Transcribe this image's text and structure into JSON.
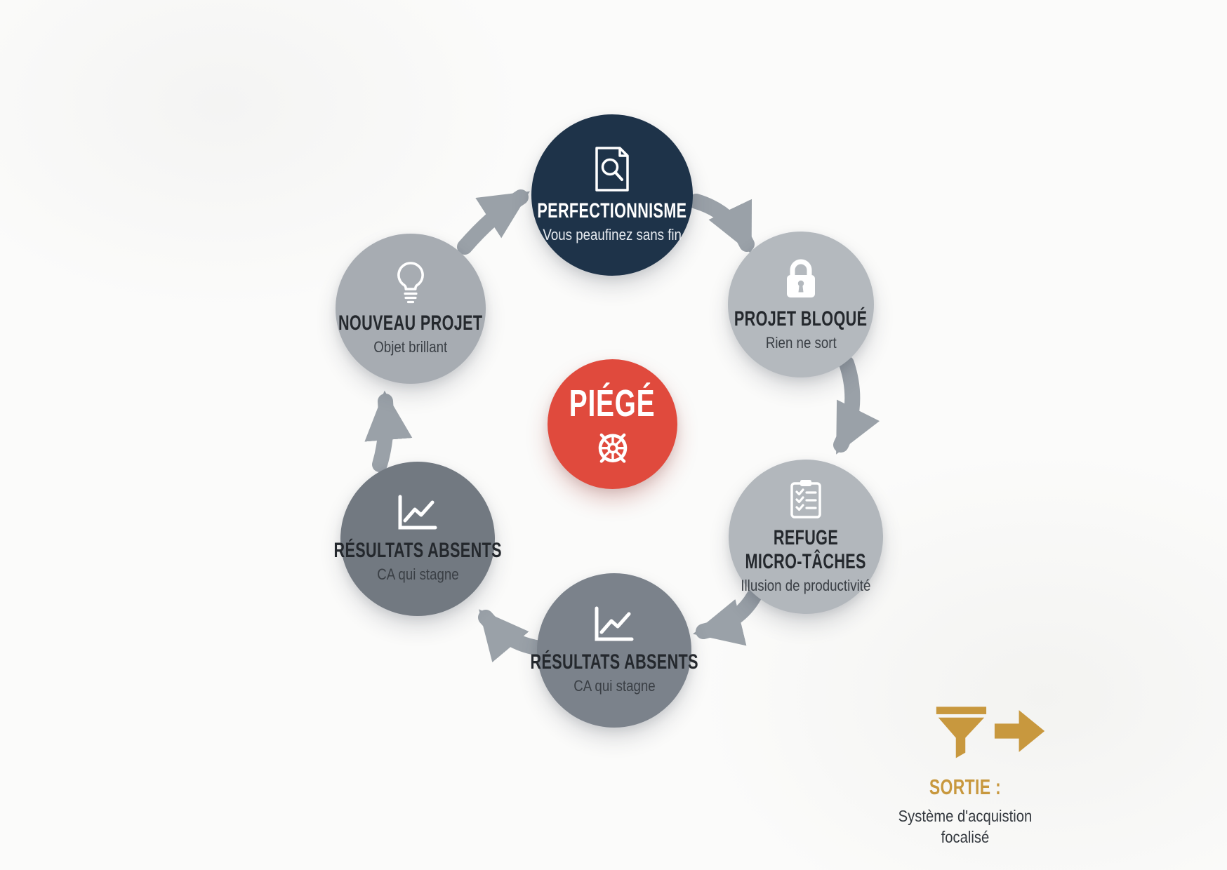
{
  "diagram": {
    "type": "cycle-infographic",
    "background_color": "#fbfbfa",
    "arrow_color": "#9aa1a8",
    "cycle": {
      "center": {
        "label": "PIÉGÉ",
        "icon": "wheel-icon",
        "color": "#e04a3d",
        "text_color": "#ffffff"
      },
      "nodes": [
        {
          "id": "perfectionnisme",
          "title": "PERFECTIONNISME",
          "subtitle": "Vous peaufinez sans fin",
          "icon": "document-search-icon",
          "color": "#1e3349",
          "text_color": "#ffffff"
        },
        {
          "id": "projet-bloque",
          "title": "PROJET BLOQUÉ",
          "subtitle": "Rien ne sort",
          "icon": "lock-icon",
          "color": "#b4b9be",
          "text_color": "#24282d"
        },
        {
          "id": "refuge-micro-taches",
          "title_line1": "REFUGE",
          "title_line2": "MICRO-TÂCHES",
          "subtitle": "Illusion de productivité",
          "icon": "checklist-icon",
          "color": "#b2b7bc",
          "text_color": "#24282d"
        },
        {
          "id": "resultats-absents-bas",
          "title": "RÉSULTATS ABSENTS",
          "subtitle": "CA qui stagne",
          "icon": "line-chart-icon",
          "color": "#7b828b",
          "text_color": "#24282d"
        },
        {
          "id": "resultats-absents-gauche",
          "title": "RÉSULTATS ABSENTS",
          "subtitle": "CA qui stagne",
          "icon": "line-chart-icon",
          "color": "#727981",
          "text_color": "#24282d"
        },
        {
          "id": "nouveau-projet",
          "title": "NOUVEAU PROJET",
          "subtitle": "Objet brillant",
          "icon": "lightbulb-icon",
          "color": "#a7acb2",
          "text_color": "#24282d"
        }
      ],
      "flow": [
        {
          "from": "nouveau-projet",
          "to": "perfectionnisme"
        },
        {
          "from": "perfectionnisme",
          "to": "projet-bloque"
        },
        {
          "from": "projet-bloque",
          "to": "refuge-micro-taches"
        },
        {
          "from": "refuge-micro-taches",
          "to": "resultats-absents-bas"
        },
        {
          "from": "resultats-absents-bas",
          "to": "resultats-absents-gauche"
        },
        {
          "from": "resultats-absents-gauche",
          "to": "nouveau-projet"
        }
      ]
    },
    "exit": {
      "title": "SORTIE :",
      "line1": "Système d'acquistion",
      "line2": "focalisé",
      "icons": [
        "funnel-icon",
        "arrow-right-icon"
      ],
      "accent_color": "#c8983e"
    }
  }
}
